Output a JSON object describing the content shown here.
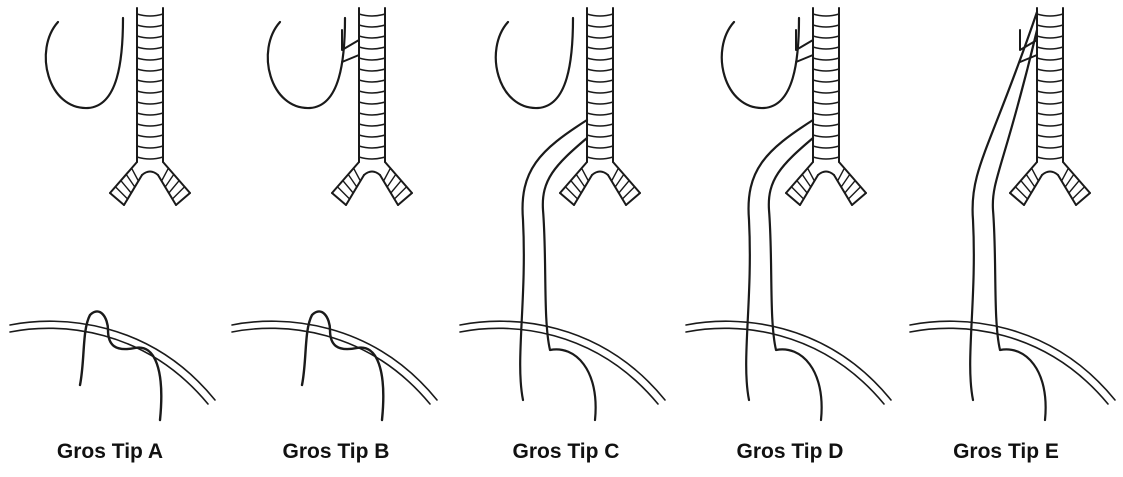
{
  "diagram": {
    "background": "#ffffff",
    "stroke_color": "#1a1a1a",
    "panels": [
      {
        "id": "A",
        "label": "Gros Tip A",
        "proximal_pouch": true,
        "fistula_proximal": false,
        "esophagus_continuous": false,
        "fistula_distal": false
      },
      {
        "id": "B",
        "label": "Gros Tip B",
        "proximal_pouch": true,
        "fistula_proximal": true,
        "esophagus_continuous": false,
        "fistula_distal": false
      },
      {
        "id": "C",
        "label": "Gros Tip C",
        "proximal_pouch": true,
        "fistula_proximal": false,
        "esophagus_continuous": false,
        "fistula_distal": true
      },
      {
        "id": "D",
        "label": "Gros Tip D",
        "proximal_pouch": true,
        "fistula_proximal": true,
        "esophagus_continuous": false,
        "fistula_distal": true
      },
      {
        "id": "E",
        "label": "Gros Tip E",
        "proximal_pouch": false,
        "fistula_proximal": true,
        "esophagus_continuous": true,
        "fistula_distal": false
      }
    ]
  }
}
